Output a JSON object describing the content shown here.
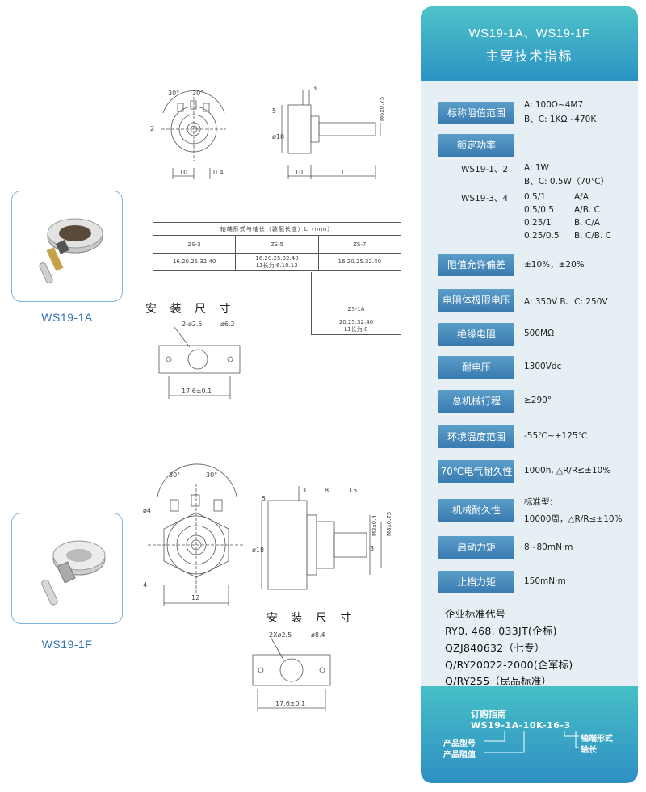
{
  "models": {
    "a": "WS19-1A",
    "f": "WS19-1F"
  },
  "install_title": "安 装 尺 寸",
  "drawing_top": {
    "angle_left": "30°",
    "angle_right": "30°",
    "d_dim": "2",
    "w10": "10",
    "w04": "0.4",
    "dia18": "ø18",
    "h3": "3",
    "h5": "5",
    "m6": "M6x0.75",
    "w10b": "10",
    "l": "L",
    "install_holes": "2-ø2.5",
    "install_dia": "ø6.2",
    "install_width": "17.6±0.1"
  },
  "shaft_table": {
    "header": "轴端形式与轴长（装配长度）L（mm）",
    "cols": [
      {
        "code": "ZS-3",
        "lengths": "16.20.25.32.40"
      },
      {
        "code": "ZS-5",
        "lengths": "16.20.25.32.40",
        "extra": "L1长为:6.10.13"
      },
      {
        "code": "ZS-7",
        "lengths": "16.20.25.32.40"
      }
    ],
    "extra_col": {
      "code": "ZS-1A",
      "lengths": "20.25.32.40",
      "extra": "L1长为:8"
    }
  },
  "drawing_bottom": {
    "angle_left": "30°",
    "angle_right": "30°",
    "dia4": "ø4",
    "w4": "4",
    "w12": "12",
    "dia18": "ø18",
    "h5": "5",
    "h3": "3",
    "h8": "8",
    "h15": "15",
    "h3b": "3",
    "m2": "M2x0.4",
    "m8": "M8x0.75",
    "install_holes": "2Xø2.5",
    "install_dia": "ø8.4",
    "install_width": "17.6±0.1"
  },
  "panel": {
    "title1": "WS19-1A、WS19-1F",
    "title2": "主要技术指标",
    "specs": [
      {
        "label": "标称阻值范围",
        "values": [
          "A: 100Ω~4M7",
          "B、C: 1KΩ~470K"
        ]
      },
      {
        "label": "额定功率",
        "values": []
      },
      {
        "label": "阻值允许偏差",
        "values": [
          "±10%，±20%"
        ]
      },
      {
        "label": "电阻体极限电压",
        "values": [
          "A: 350V    B、C: 250V"
        ]
      },
      {
        "label": "绝缘电阻",
        "values": [
          "500MΩ"
        ]
      },
      {
        "label": "耐电压",
        "values": [
          "1300Vdc"
        ]
      },
      {
        "label": "总机械行程",
        "values": [
          "≥290°"
        ]
      },
      {
        "label": "环境温度范围",
        "values": [
          "-55℃~+125℃"
        ]
      },
      {
        "label": "70℃电气耐久性",
        "values": [
          "1000h, △R/R≤±10%"
        ]
      },
      {
        "label": "机械耐久性",
        "values": [
          "标准型：",
          "10000周，△R/R≤±10%"
        ]
      },
      {
        "label": "启动力矩",
        "values": [
          "8~80mN·m"
        ]
      },
      {
        "label": "止档力矩",
        "values": [
          "150mN·m"
        ]
      }
    ],
    "power": {
      "row1_model": "WS19-1、2",
      "row1_vals": [
        "A: 1W",
        "B、C: 0.5W（70℃）"
      ],
      "row2_model": "WS19-3、4",
      "row2_vals": [
        [
          "0.5/1",
          "A/A"
        ],
        [
          "0.5/0.5",
          "A/B. C"
        ],
        [
          "0.25/1",
          "B. C/A"
        ],
        [
          "0.25/0.5",
          "B. C/B. C"
        ]
      ]
    },
    "standards": {
      "title": "企业标准代号",
      "lines": [
        "RY0. 468. 033JT(企标)",
        "QZJ840632（七专）",
        "Q/RY20022-2000(企军标)",
        "Q/RY255（民品标准）"
      ]
    },
    "order": {
      "title": "订购指南",
      "code": "WS19-1A-10K-16-3",
      "label_model": "产品型号",
      "label_res": "产品阻值",
      "label_shaft": "轴端形式",
      "label_len": "轴长"
    }
  }
}
